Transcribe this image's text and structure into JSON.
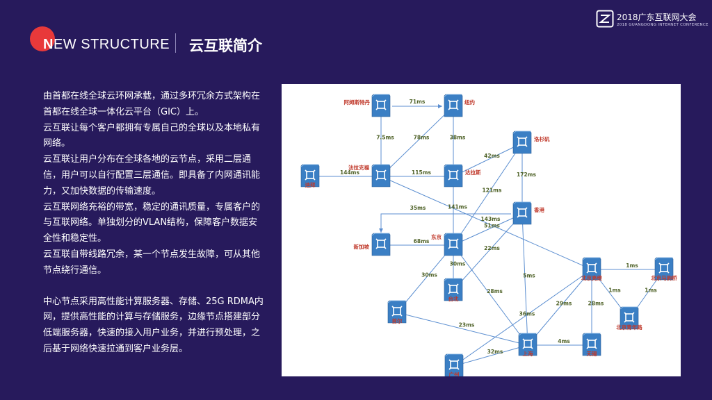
{
  "header": {
    "brand_first": "N",
    "brand_rest": "EW STRUCTURE",
    "section_title": "云互联简介",
    "logo_title": "2018广东互联网大会",
    "logo_subtitle": "2018 GUANGDONG INTERNET CONFERENCE",
    "accent_color": "#e8393a"
  },
  "body": {
    "paragraphs": [
      "由首都在线全球云环网承载，通过多环冗余方式架构在首都在线全球一体化云平台（GIC）上。",
      "云互联让每个客户都拥有专属自己的全球以及本地私有网络。",
      "云互联让用户分布在全球各地的云节点，采用二层通信，用户可以自行配置三层通信。即具备了内网通讯能力，又加快数据的传输速度。",
      "云互联网络充裕的带宽，稳定的通讯质量，专属客户的与互联网络。单独划分的VLAN结构，保障客户数据安全性和稳定性。",
      "云互联自带线路冗余，某一个节点发生故障，可从其他节点绕行通信。"
    ],
    "paragraph2": "中心节点采用高性能计算服务器、存储、25G RDMA内网，提供高性能的计算与存储服务，边缘节点搭建部分低端服务器，快速的接入用户业务，并进行预处理，之后基于网络快速拉通到客户业务层。"
  },
  "diagram": {
    "node_icon": "router-icon",
    "nodes": [
      {
        "id": "ams",
        "label": "阿姆斯特丹"
      },
      {
        "id": "nyc",
        "label": "纽约"
      },
      {
        "id": "la",
        "label": "洛杉矶"
      },
      {
        "id": "dubai",
        "label": "迪拜"
      },
      {
        "id": "fra",
        "label": "法拉克福"
      },
      {
        "id": "dal",
        "label": "达拉斯"
      },
      {
        "id": "hk",
        "label": "香港"
      },
      {
        "id": "sg",
        "label": "新加坡"
      },
      {
        "id": "tyo",
        "label": "东京"
      },
      {
        "id": "tpe",
        "label": "台北"
      },
      {
        "id": "sel",
        "label": "首尔"
      },
      {
        "id": "bjyz",
        "label": "北京亮维"
      },
      {
        "id": "bjmj",
        "label": "北京马驹桥"
      },
      {
        "id": "bjqn",
        "label": "北京青年路"
      },
      {
        "id": "sh",
        "label": "上海"
      },
      {
        "id": "wx",
        "label": "无锡"
      },
      {
        "id": "gz",
        "label": "广州"
      }
    ],
    "links": [
      {
        "from": "ams",
        "to": "nyc",
        "latency": "71ms"
      },
      {
        "from": "ams",
        "to": "fra",
        "latency": "7.5ms"
      },
      {
        "from": "fra",
        "to": "nyc",
        "latency": "78ms"
      },
      {
        "from": "nyc",
        "to": "dal",
        "latency": "38ms"
      },
      {
        "from": "dubai",
        "to": "fra",
        "latency": "144ms"
      },
      {
        "from": "fra",
        "to": "dal",
        "latency": "115ms"
      },
      {
        "from": "dal",
        "to": "la",
        "latency": "42ms"
      },
      {
        "from": "la",
        "to": "hk",
        "latency": "172ms"
      },
      {
        "from": "la",
        "to": "tyo",
        "latency": "121ms"
      },
      {
        "from": "dal",
        "to": "tyo",
        "latency": "141ms"
      },
      {
        "from": "hk",
        "to": "sg",
        "latency": "35ms"
      },
      {
        "from": "hk",
        "to": "tyo",
        "latency": "51ms"
      },
      {
        "from": "sg",
        "to": "tyo",
        "latency": "68ms"
      },
      {
        "from": "fra",
        "to": "bjyz",
        "latency": "143ms"
      },
      {
        "from": "tyo",
        "to": "tpe",
        "latency": "30ms"
      },
      {
        "from": "hk",
        "to": "tpe",
        "latency": "22ms"
      },
      {
        "from": "tyo",
        "to": "sel",
        "latency": "30ms"
      },
      {
        "from": "hk",
        "to": "sh",
        "latency": "5ms"
      },
      {
        "from": "bjyz",
        "to": "bjmj",
        "latency": "1ms"
      },
      {
        "from": "bjyz",
        "to": "bjqn",
        "latency": "1ms"
      },
      {
        "from": "bjqn",
        "to": "bjmj",
        "latency": "1ms"
      },
      {
        "from": "bjyz",
        "to": "wx",
        "latency": "28ms"
      },
      {
        "from": "bjyz",
        "to": "sh",
        "latency": "29ms"
      },
      {
        "from": "bjyz",
        "to": "gz",
        "latency": "36ms"
      },
      {
        "from": "sel",
        "to": "sh",
        "latency": "23ms"
      },
      {
        "from": "tyo",
        "to": "sh",
        "latency": "28ms"
      },
      {
        "from": "sh",
        "to": "wx",
        "latency": "4ms"
      },
      {
        "from": "gz",
        "to": "sh",
        "latency": "32ms"
      }
    ]
  }
}
